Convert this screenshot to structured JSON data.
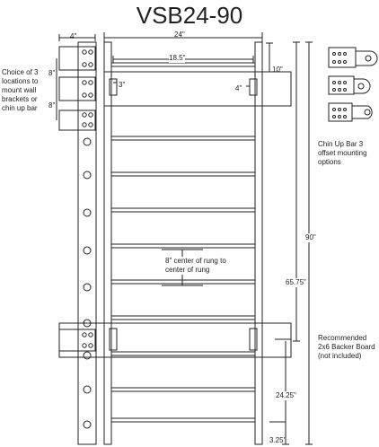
{
  "title": "VSB24-90",
  "dimensions": {
    "bracket_width": "4\"",
    "overall_width": "24\"",
    "rung_length": "18.5\"",
    "bracket_inset_left": "3\"",
    "bracket_inset_right": "4\"",
    "top_offset": "10\"",
    "spacing_upper": "8\"",
    "spacing_lower": "8\"",
    "total_height": "90\"",
    "mid_height": "65.75\"",
    "low_height": "24.25\"",
    "bottom_offset": "3.25\""
  },
  "notes": {
    "mount_choice": "Choice of 3 locations to mount wall brackets or chin up bar",
    "rung_spacing": "8\" center of rung to center of rung",
    "chin_up": "Chin Up Bar 3 offset mounting options",
    "backer_board": "Recommended 2x6 Backer Board (not included)"
  },
  "colors": {
    "line": "#222222",
    "background": "#ffffff"
  }
}
